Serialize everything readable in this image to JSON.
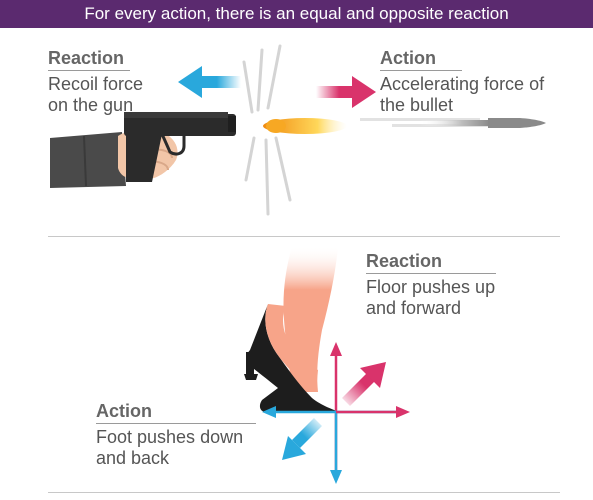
{
  "title": "For every action, there is an equal and opposite reaction",
  "gun": {
    "reaction": {
      "heading": "Reaction",
      "text_line1": "Recoil force",
      "text_line2": "on the gun"
    },
    "action": {
      "heading": "Action",
      "text_line1": "Accelerating force of",
      "text_line2": "the bullet"
    }
  },
  "foot": {
    "reaction": {
      "heading": "Reaction",
      "text_line1": "Floor pushes up",
      "text_line2": "and forward"
    },
    "action": {
      "heading": "Action",
      "text_line1": "Foot pushes down",
      "text_line2": "and back"
    }
  },
  "colors": {
    "banner": "#5b2a6f",
    "reaction_arrow": "#29a8dc",
    "action_arrow": "#d9336b",
    "gun": "#2b2b2b",
    "sleeve": "#4a4a4a",
    "skin": "#f2c6a8",
    "flash": "#f7a823",
    "leg": "#f7a489",
    "shoe": "#1d1d1d"
  },
  "icons": [
    "pistol-icon",
    "hand-icon",
    "muzzle-flash-icon",
    "bullet-icon",
    "leg-icon",
    "high-heel-icon",
    "arrow-icon"
  ]
}
